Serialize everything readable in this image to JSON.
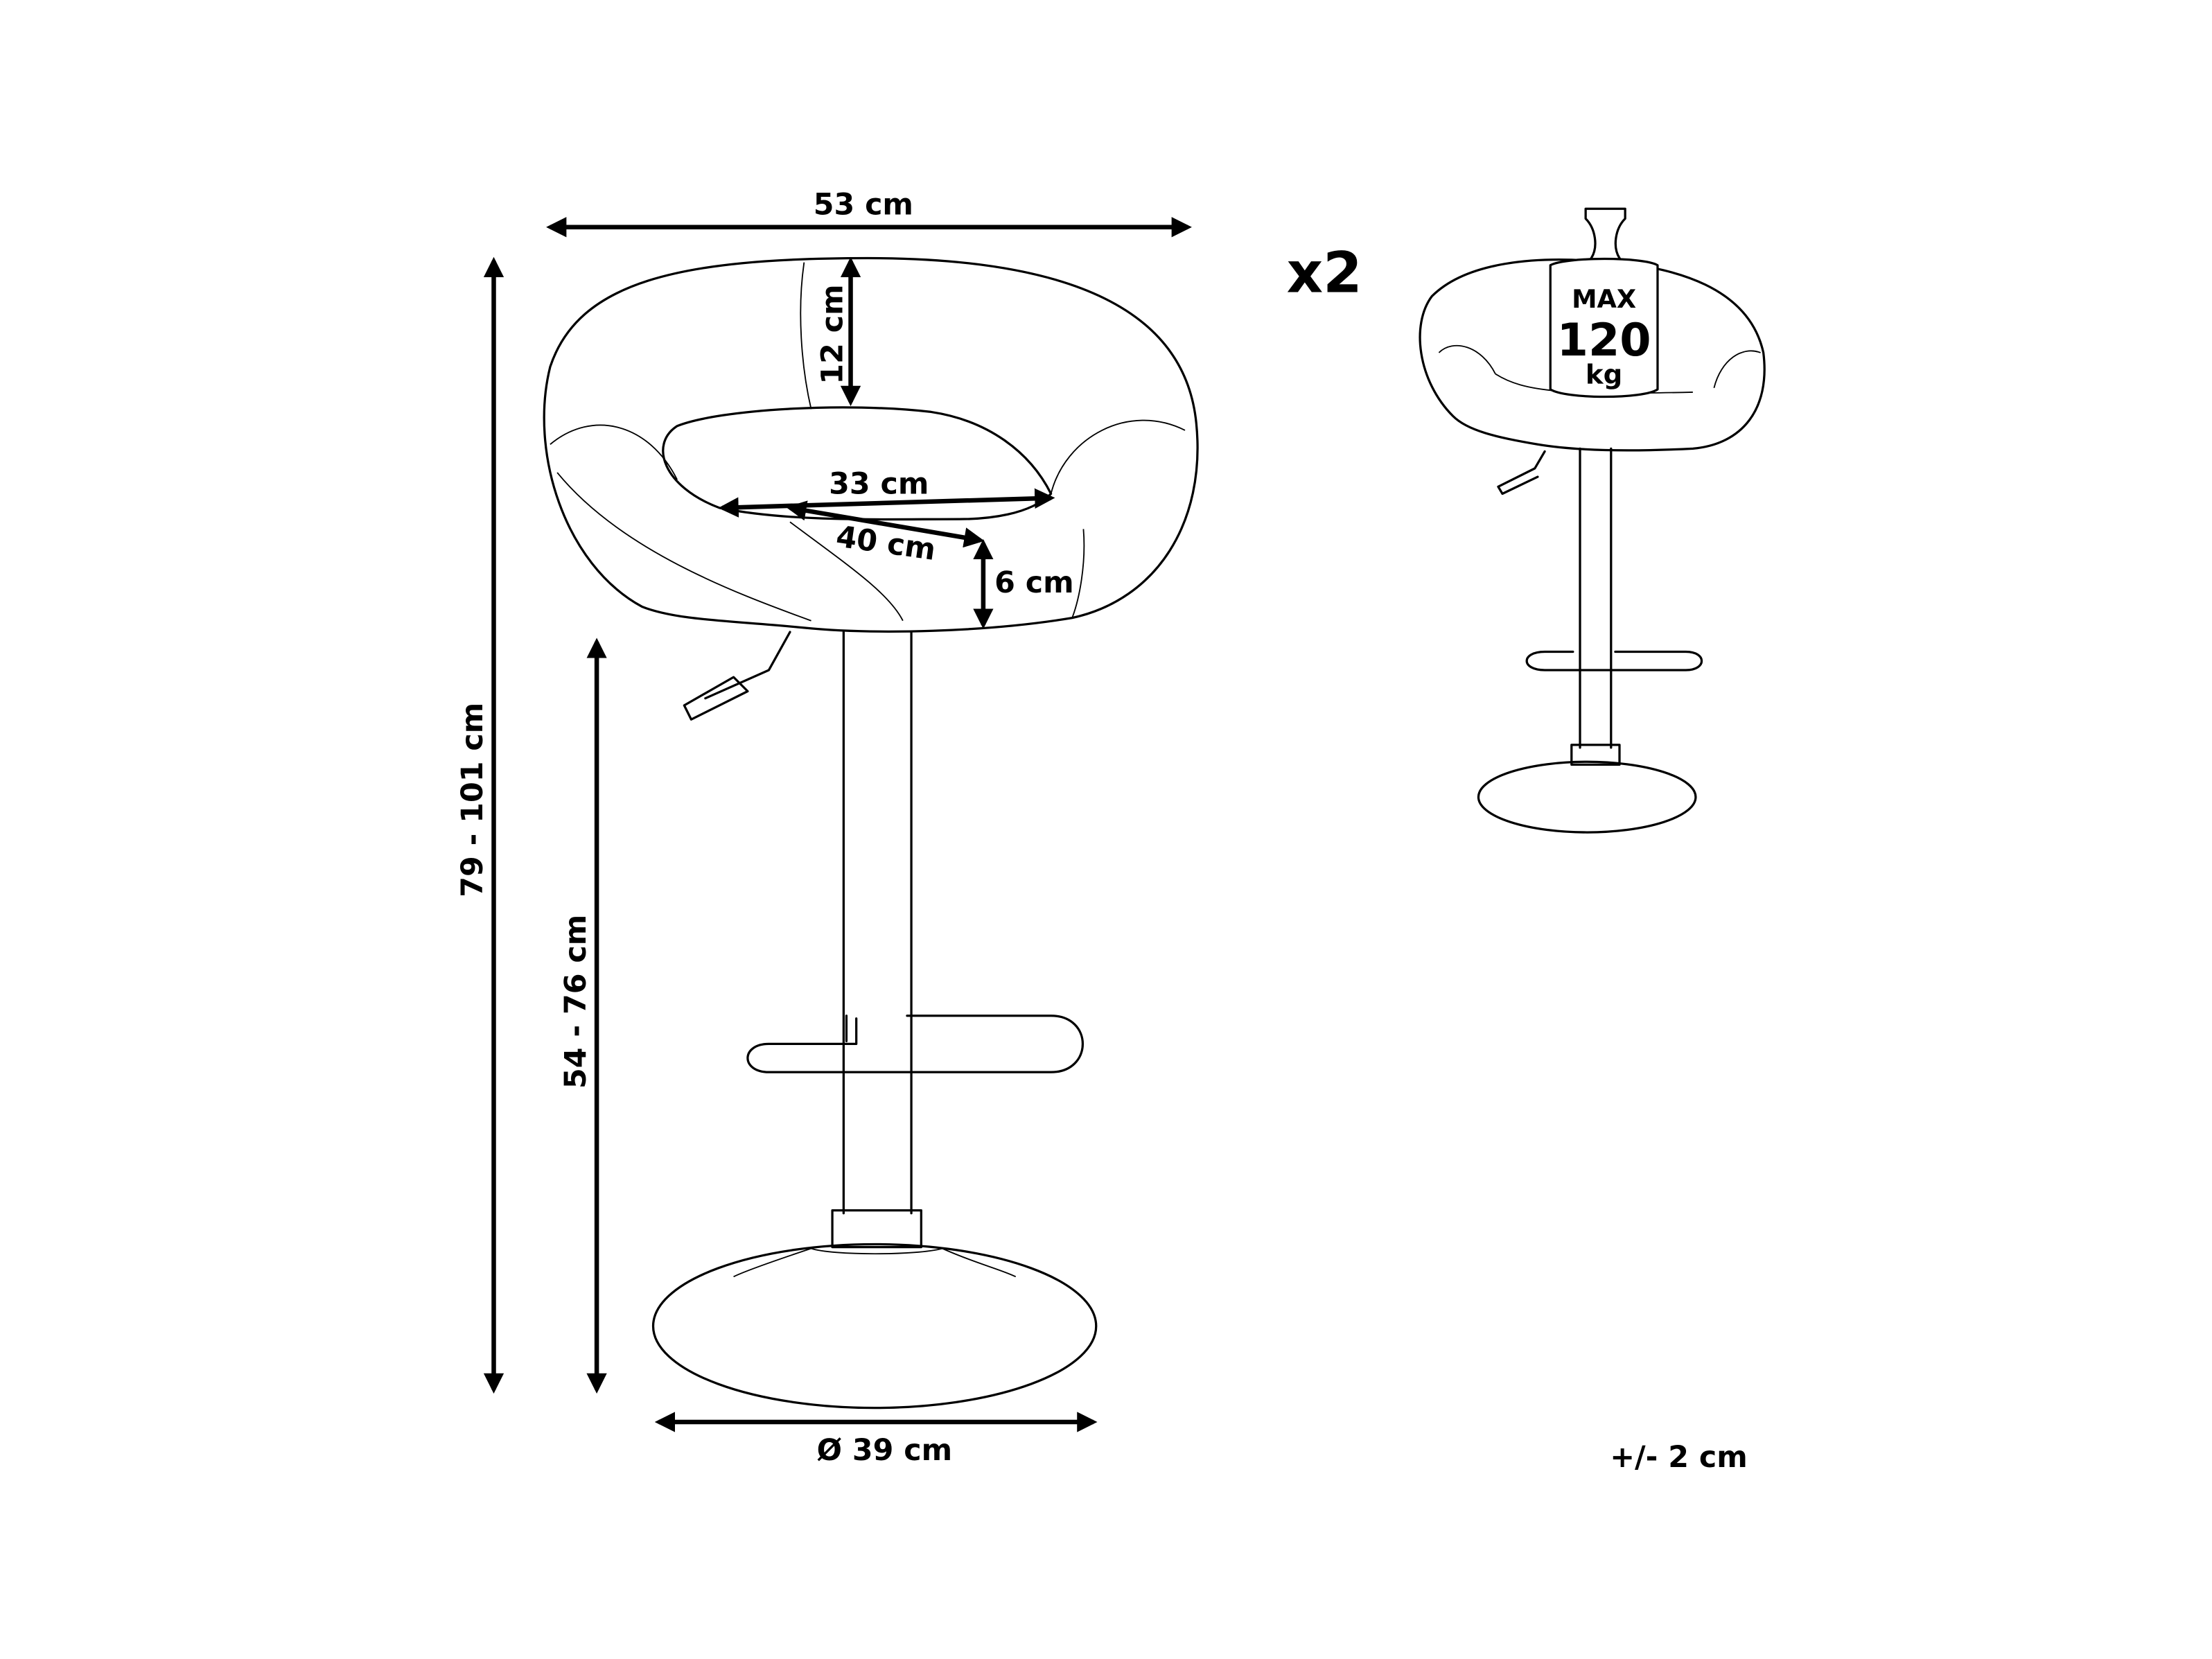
{
  "dimensions": {
    "width": "53 cm",
    "backrest_height": "12 cm",
    "seat_width": "33 cm",
    "seat_depth": "40 cm",
    "seat_thickness": "6 cm",
    "total_height": "79 - 101 cm",
    "seat_height": "54 - 76 cm",
    "base_diameter": "Ø 39 cm"
  },
  "quantity": "x2",
  "max_load": {
    "line1": "MAX",
    "line2": "120",
    "line3": "kg"
  },
  "tolerance": "+/- 2 cm"
}
